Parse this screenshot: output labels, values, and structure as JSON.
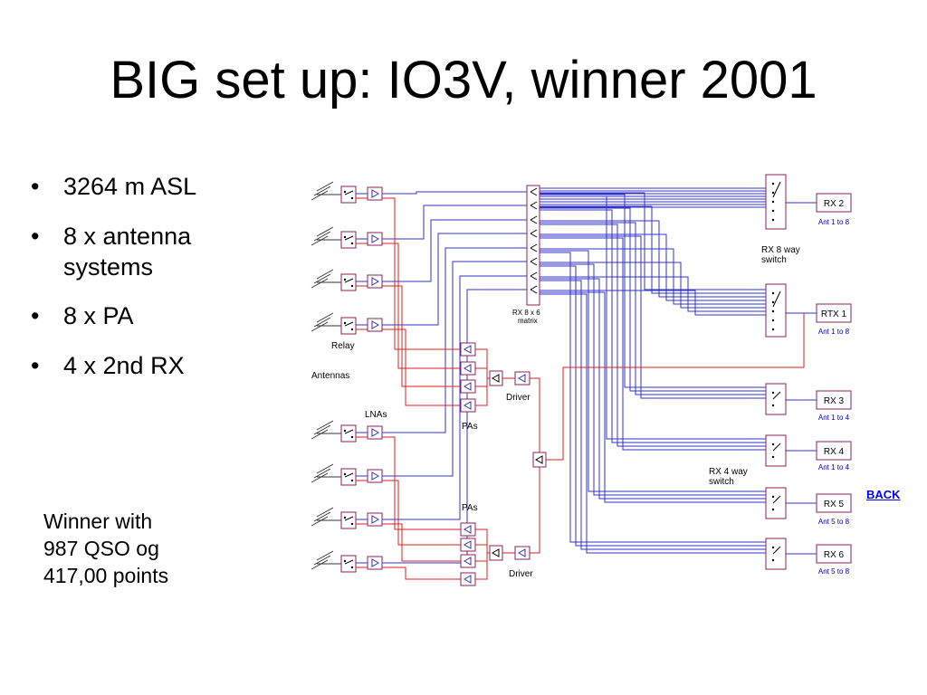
{
  "slide": {
    "title": "BIG set up: IO3V, winner  2001",
    "bullets": [
      "3264 m ASL",
      "8 x antenna systems",
      "8 x PA",
      "4 x 2nd RX"
    ],
    "note_lines": [
      "Winner with",
      "987 QSO og",
      "417,00 points"
    ],
    "back_link": "BACK"
  },
  "diagram": {
    "labels": {
      "relay": "Relay",
      "antennas": "Antennas",
      "lnas": "LNAs",
      "pas_top": "PAs",
      "pas_bottom": "PAs",
      "driver_top": "Driver",
      "driver_bottom": "Driver",
      "matrix_1": "RX 8 x 6",
      "matrix_2": "matrix",
      "rx8_switch_1": "RX 8 way",
      "rx8_switch_2": "switch",
      "rx4_switch_1": "RX 4 way",
      "rx4_switch_2": "switch"
    },
    "receivers": [
      {
        "name": "RX 2",
        "range": "Ant 1 to 8"
      },
      {
        "name": "RTX 1",
        "range": "Ant 1 to 8"
      },
      {
        "name": "RX 3",
        "range": "Ant 1 to 4"
      },
      {
        "name": "RX 4",
        "range": "Ant 1 to 4"
      },
      {
        "name": "RX 5",
        "range": "Ant 5 to 8"
      },
      {
        "name": "RX 6",
        "range": "Ant 5 to 8"
      }
    ],
    "colors": {
      "rx_line": "#3333cc",
      "tx_line": "#dd2222",
      "box": "#882255"
    }
  }
}
